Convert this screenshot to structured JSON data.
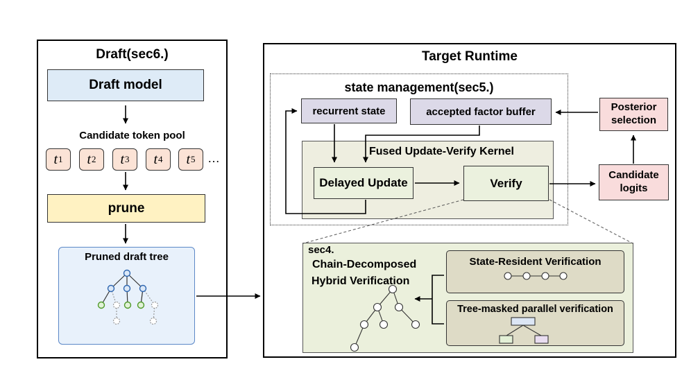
{
  "draft_panel": {
    "title": "Draft(sec6.)",
    "draft_model": "Draft model",
    "pool_label": "Candidate token pool",
    "tokens": [
      {
        "base": "t",
        "sub": "1"
      },
      {
        "base": "t",
        "sub": "2"
      },
      {
        "base": "t",
        "sub": "3"
      },
      {
        "base": "t",
        "sub": "4"
      },
      {
        "base": "t",
        "sub": "5"
      }
    ],
    "ellipsis": "…",
    "prune": "prune",
    "pruned_tree_label": "Pruned draft tree"
  },
  "target_panel": {
    "title": "Target Runtime",
    "state_management": "state management(sec5.)",
    "recurrent_state": "recurrent state",
    "accepted_buffer": "accepted factor buffer",
    "fused_kernel": "Fused Update-Verify Kernel",
    "delayed_update": "Delayed Update",
    "verify": "Verify",
    "candidate_logits_line1": "Candidate",
    "candidate_logits_line2": "logits",
    "posterior_line1": "Posterior",
    "posterior_line2": "selection",
    "sec4": {
      "heading": "sec4.",
      "title_line1": "Chain-Decomposed",
      "title_line2": "Hybrid Verification",
      "state_resident": "State-Resident Verification",
      "tree_masked": "Tree-masked parallel verification"
    }
  },
  "colors": {
    "draft_model_fill": "#deebf7",
    "token_fill": "#fbe3d6",
    "prune_fill": "#fff2c2",
    "tree_fill": "#e8f1fb",
    "state_box_fill": "#dcd9e8",
    "kernel_fill": "#eeeee0",
    "inner_box_fill": "#ebf1de",
    "candidate_fill": "#f9dcdc",
    "sec4_fill": "#ebf0dc",
    "sec4_card_fill": "#dedbc6"
  }
}
